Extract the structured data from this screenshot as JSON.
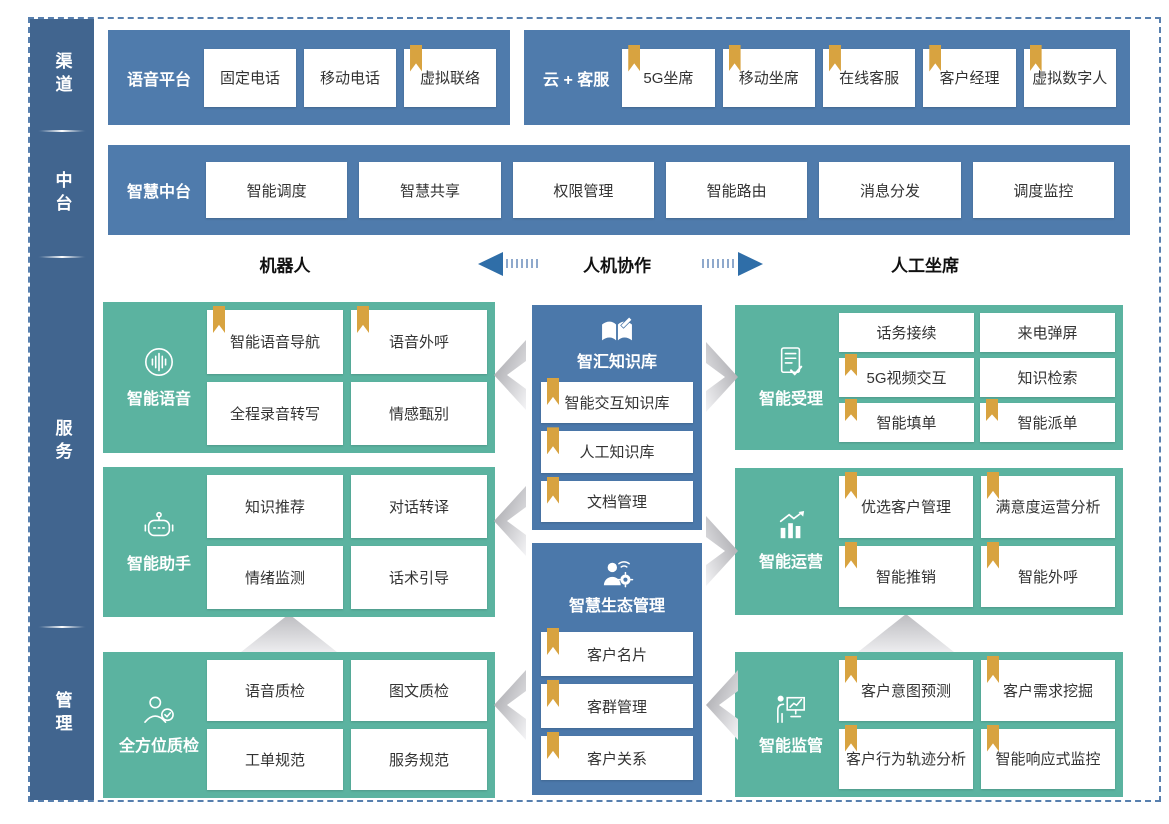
{
  "palette": {
    "band_blue": "#4F7BAC",
    "center_block_blue": "#4B78AA",
    "sidebar_blue": "#41658F",
    "teal": "#5BB3A0",
    "bookmark_gold": "#D8A340",
    "arrow_blue": "#2F6EA8",
    "dashed_border": "#577FAE",
    "chevron_gray": "#9E9EA3"
  },
  "sidebar": {
    "sections": [
      {
        "label": "渠道"
      },
      {
        "label": "中台"
      },
      {
        "label": "服务"
      },
      {
        "label": "管理"
      }
    ]
  },
  "rows": {
    "voice_platform": {
      "label": "语音平台",
      "items": [
        {
          "text": "固定电话",
          "bookmark": false
        },
        {
          "text": "移动电话",
          "bookmark": false
        },
        {
          "text": "虚拟联络",
          "bookmark": true
        }
      ]
    },
    "cloud_service": {
      "label": "云 + 客服",
      "items": [
        {
          "text": "5G坐席",
          "bookmark": true
        },
        {
          "text": "移动坐席",
          "bookmark": true
        },
        {
          "text": "在线客服",
          "bookmark": true
        },
        {
          "text": "客户经理",
          "bookmark": true
        },
        {
          "text": "虚拟数字人",
          "bookmark": true
        }
      ]
    },
    "middle_platform": {
      "label": "智慧中台",
      "items": [
        {
          "text": "智能调度",
          "bookmark": false
        },
        {
          "text": "智慧共享",
          "bookmark": false
        },
        {
          "text": "权限管理",
          "bookmark": false
        },
        {
          "text": "智能路由",
          "bookmark": false
        },
        {
          "text": "消息分发",
          "bookmark": false
        },
        {
          "text": "调度监控",
          "bookmark": false
        }
      ]
    }
  },
  "section_header": {
    "left": "机器人",
    "center": "人机协作",
    "right": "人工坐席"
  },
  "blocks": {
    "left": [
      {
        "label": "智能语音",
        "icon": "voice-icon",
        "items": [
          {
            "text": "智能语音导航",
            "bookmark": true
          },
          {
            "text": "语音外呼",
            "bookmark": true
          },
          {
            "text": "全程录音转写",
            "bookmark": false
          },
          {
            "text": "情感甄别",
            "bookmark": false
          }
        ]
      },
      {
        "label": "智能助手",
        "icon": "robot-icon",
        "items": [
          {
            "text": "知识推荐",
            "bookmark": false
          },
          {
            "text": "对话转译",
            "bookmark": false
          },
          {
            "text": "情绪监测",
            "bookmark": false
          },
          {
            "text": "话术引导",
            "bookmark": false
          }
        ]
      },
      {
        "label": "全方位质检",
        "icon": "inspector-icon",
        "items": [
          {
            "text": "语音质检",
            "bookmark": false
          },
          {
            "text": "图文质检",
            "bookmark": false
          },
          {
            "text": "工单规范",
            "bookmark": false
          },
          {
            "text": "服务规范",
            "bookmark": false
          }
        ]
      }
    ],
    "center": [
      {
        "label": "智汇知识库",
        "icon": "knowledge-book-icon",
        "items": [
          {
            "text": "智能交互知识库",
            "bookmark": true
          },
          {
            "text": "人工知识库",
            "bookmark": true
          },
          {
            "text": "文档管理",
            "bookmark": true
          }
        ]
      },
      {
        "label": "智慧生态管理",
        "icon": "ecosystem-person-icon",
        "items": [
          {
            "text": "客户名片",
            "bookmark": true
          },
          {
            "text": "客群管理",
            "bookmark": true
          },
          {
            "text": "客户关系",
            "bookmark": true
          }
        ]
      }
    ],
    "right": [
      {
        "label": "智能受理",
        "icon": "doc-check-icon",
        "items": [
          {
            "text": "话务接续",
            "bookmark": false
          },
          {
            "text": "来电弹屏",
            "bookmark": false
          },
          {
            "text": "5G视频交互",
            "bookmark": true
          },
          {
            "text": "知识检索",
            "bookmark": false
          },
          {
            "text": "智能填单",
            "bookmark": true
          },
          {
            "text": "智能派单",
            "bookmark": true
          }
        ]
      },
      {
        "label": "智能运营",
        "icon": "chart-growth-icon",
        "items": [
          {
            "text": "优选客户管理",
            "bookmark": true
          },
          {
            "text": "满意度运营分析",
            "bookmark": true
          },
          {
            "text": "智能推销",
            "bookmark": true
          },
          {
            "text": "智能外呼",
            "bookmark": true
          }
        ]
      },
      {
        "label": "智能监管",
        "icon": "monitor-board-icon",
        "items": [
          {
            "text": "客户意图预测",
            "bookmark": true
          },
          {
            "text": "客户需求挖掘",
            "bookmark": true
          },
          {
            "text": "客户行为轨迹分析",
            "bookmark": true
          },
          {
            "text": "智能响应式监控",
            "bookmark": true
          }
        ]
      }
    ]
  }
}
